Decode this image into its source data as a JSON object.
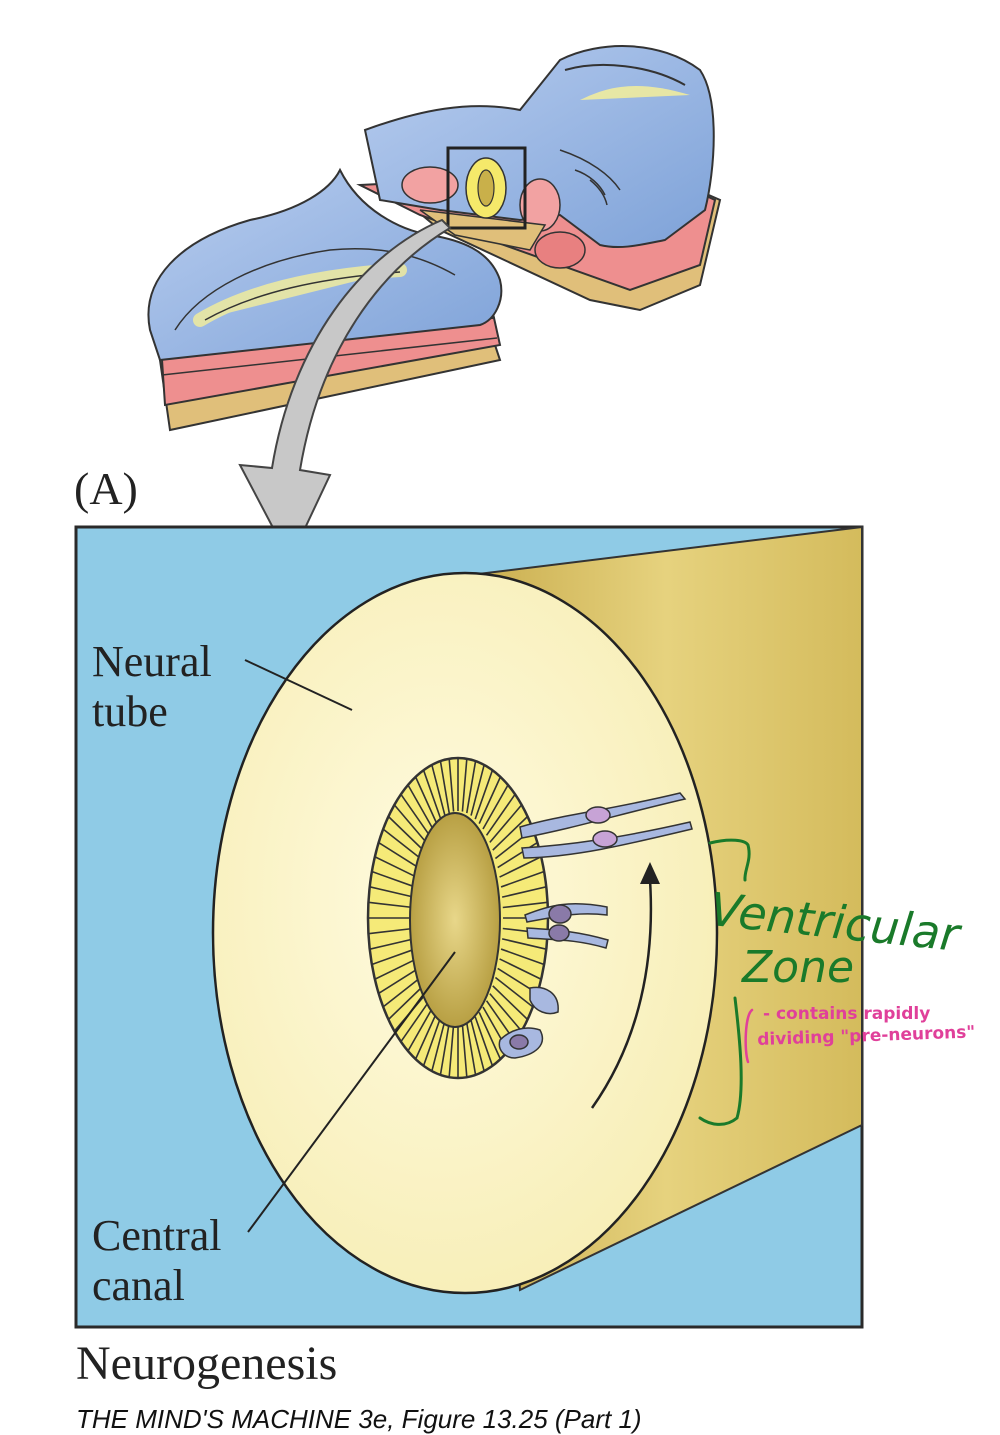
{
  "figure": {
    "panel_label": "(A)",
    "labels": {
      "neural_tube": [
        "Neural",
        "tube"
      ],
      "central_canal": [
        "Central",
        "canal"
      ]
    },
    "title": "Neurogenesis",
    "source_caption": "THE MIND'S MACHINE 3e, Figure 13.25 (Part 1)"
  },
  "annotations": {
    "green_note": [
      "Ventricular",
      "Zone"
    ],
    "pink_note": [
      "- contains rapidly",
      "dividing \"pre-neurons\""
    ],
    "green_color": "#1a7a2a",
    "pink_color": "#e0409a"
  },
  "colors": {
    "background_blue": "#8fcbe6",
    "tube_face": "#fbf6c8",
    "tube_side": "#d9c46a",
    "embryo_blue": "#9ab8e4",
    "embryo_pink": "#ee8f8f",
    "embryo_tan": "#e0bf7a",
    "arrow_gray": "#c8c8c8"
  }
}
